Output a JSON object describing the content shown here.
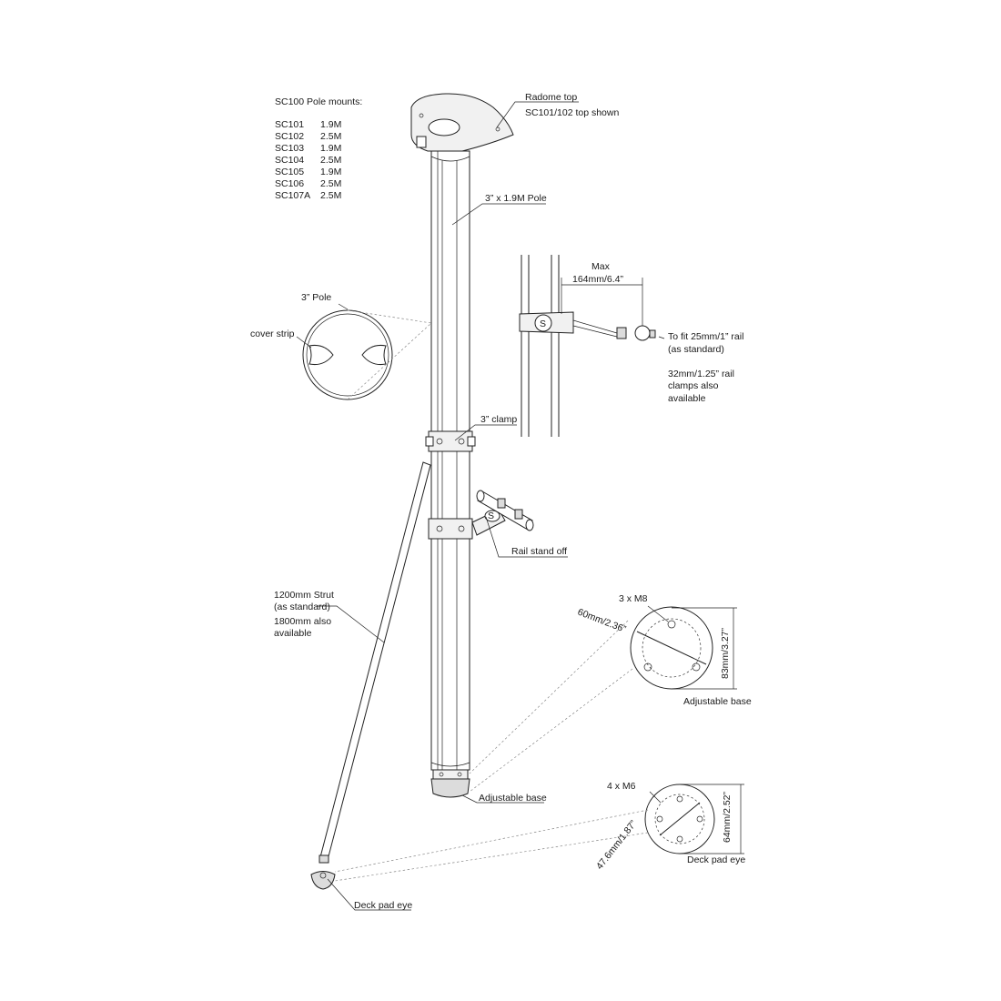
{
  "title": "SC100 Pole mounts:",
  "models": [
    {
      "code": "SC101",
      "length": "1.9M"
    },
    {
      "code": "SC102",
      "length": "2.5M"
    },
    {
      "code": "SC103",
      "length": "1.9M"
    },
    {
      "code": "SC104",
      "length": "2.5M"
    },
    {
      "code": "SC105",
      "length": "1.9M"
    },
    {
      "code": "SC106",
      "length": "2.5M"
    },
    {
      "code": "SC107A",
      "length": "2.5M"
    }
  ],
  "labels": {
    "radome_top": "Radome top",
    "radome_top_sub": "SC101/102 top shown",
    "pole": "3” x 1.9M Pole",
    "pole_section": "3” Pole",
    "cover_strip": "cover strip",
    "max": "Max",
    "max_dim": "164mm/6.4”",
    "rail_fit_1": "To fit 25mm/1” rail",
    "rail_fit_2": "(as standard)",
    "rail_clamps_1": "32mm/1.25” rail",
    "rail_clamps_2": "clamps also",
    "rail_clamps_3": "available",
    "clamp": "3” clamp",
    "rail_standoff": "Rail stand off",
    "strut_1": "1200mm Strut",
    "strut_2": "(as standard)",
    "strut_3": "1800mm also",
    "strut_4": "available",
    "base_m8": "3 x M8",
    "base_dia": "60mm/2.36”",
    "base_height": "83mm/3.27”",
    "adjustable_base_detail": "Adjustable base",
    "adjustable_base": "Adjustable base",
    "pad_m6": "4 x M6",
    "pad_dia": "47.6mm/1.87”",
    "pad_height": "64mm/2.52”",
    "deck_pad_eye_detail": "Deck pad eye",
    "deck_pad_eye": "Deck pad eye",
    "logo_letter": "S"
  }
}
